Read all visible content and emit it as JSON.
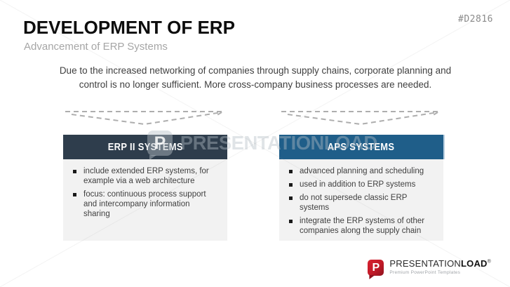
{
  "slide": {
    "code": "#D2816",
    "title": "DEVELOPMENT OF ERP",
    "subtitle": "Advancement of ERP Systems",
    "intro": "Due to the increased networking of companies through supply chains, corporate planning and control is no longer sufficient. More cross-company business processes are needed."
  },
  "boxes": [
    {
      "title": "ERP II SYSTEMS",
      "header_color": "#2e3d4c",
      "bullets": [
        "include extended ERP systems, for example via a web architecture",
        "focus: continuous process support and intercompany information sharing"
      ]
    },
    {
      "title": "APS SYSTEMS",
      "header_color": "#1f5e89",
      "bullets": [
        "advanced planning and scheduling",
        "used in addition to ERP systems",
        "do not supersede classic ERP systems",
        "integrate the ERP systems of other companies along the supply chain"
      ]
    }
  ],
  "watermark": {
    "text": "PRESENTATIONLOAD",
    "monogram": "P"
  },
  "logo": {
    "monogram": "P",
    "brand_regular": "PRESENTATION",
    "brand_bold": "LOAD",
    "registered": "®",
    "tagline": "Premium PowerPoint Templates",
    "red": "#c11a28"
  },
  "decor": {
    "body_bg": "#f2f2f2",
    "dash_color": "#aeaeae"
  }
}
